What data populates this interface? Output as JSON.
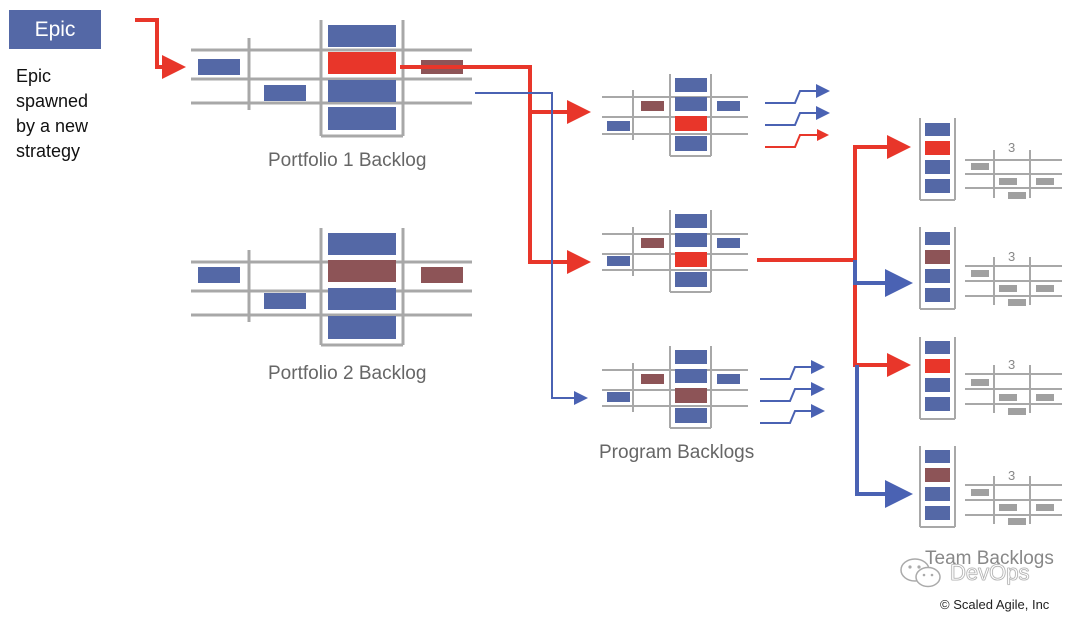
{
  "epic": {
    "badge": "Epic",
    "description": [
      "Epic",
      "spawned",
      "by a new",
      "strategy"
    ]
  },
  "labels": {
    "portfolio1": "Portfolio 1 Backlog",
    "portfolio2": "Portfolio 2 Backlog",
    "program": "Program Backlogs",
    "team": "Team Backlogs"
  },
  "watermark": "DevOps",
  "copyright": "© Scaled Agile, Inc",
  "team_column_label": "3",
  "colors": {
    "item_blue": "#5468a6",
    "item_red": "#e8362a",
    "item_maroon": "#8d5457",
    "flow_red": "#e8362a",
    "flow_blue": "#4a62b3",
    "lines": "#a8a8a8",
    "team_items": "#a0a0a0"
  },
  "backlogs": {
    "portfolio1": {
      "stack": [
        "blue",
        "red",
        "blue",
        "blue"
      ]
    },
    "portfolio2": {
      "stack": [
        "blue",
        "maroon",
        "blue",
        "blue"
      ]
    },
    "program1": {
      "stack": [
        "blue",
        "blue",
        "red",
        "blue"
      ]
    },
    "program2": {
      "stack": [
        "blue",
        "blue",
        "red",
        "blue"
      ]
    },
    "program3": {
      "stack": [
        "blue",
        "blue",
        "maroon",
        "blue"
      ]
    },
    "team1": {
      "stack": [
        "blue",
        "red",
        "blue",
        "blue"
      ]
    },
    "team2": {
      "stack": [
        "blue",
        "maroon",
        "blue",
        "blue"
      ]
    },
    "team3": {
      "stack": [
        "blue",
        "red",
        "blue",
        "blue"
      ]
    },
    "team4": {
      "stack": [
        "blue",
        "maroon",
        "blue",
        "blue"
      ]
    }
  }
}
